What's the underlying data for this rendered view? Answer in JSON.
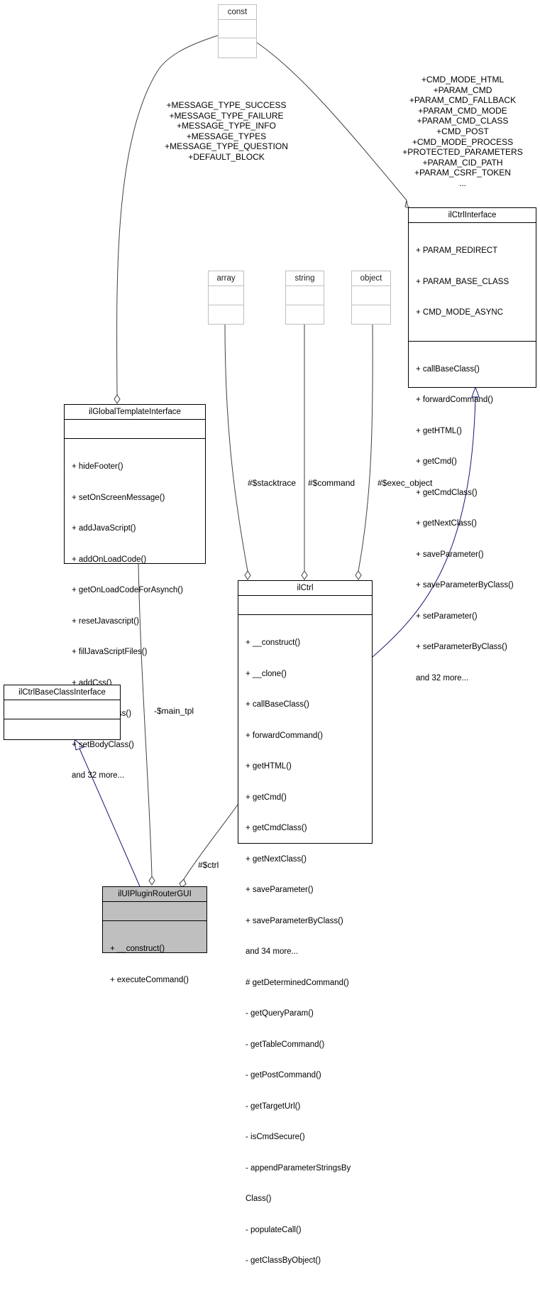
{
  "nodes": {
    "const": {
      "title": "const"
    },
    "array": {
      "title": "array"
    },
    "string": {
      "title": "string"
    },
    "object": {
      "title": "object"
    },
    "template": {
      "title": "ilGlobalTemplateInterface",
      "methods": [
        "+ hideFooter()",
        "+ setOnScreenMessage()",
        "+ addJavaScript()",
        "+ addOnLoadCode()",
        "+ getOnLoadCodeForAsynch()",
        "+ resetJavascript()",
        "+ fillJavaScriptFiles()",
        "+ addCss()",
        "+ addInlineCss()",
        "+ setBodyClass()",
        "and 32 more..."
      ]
    },
    "ctrl_interface": {
      "title": "ilCtrlInterface",
      "attributes": [
        "+ PARAM_REDIRECT",
        "+ PARAM_BASE_CLASS",
        "+ CMD_MODE_ASYNC"
      ],
      "methods": [
        "+ callBaseClass()",
        "+ forwardCommand()",
        "+ getHTML()",
        "+ getCmd()",
        "+ getCmdClass()",
        "+ getNextClass()",
        "+ saveParameter()",
        "+ saveParameterByClass()",
        "+ setParameter()",
        "+ setParameterByClass()",
        "and 32 more..."
      ]
    },
    "base_class_interface": {
      "title": "ilCtrlBaseClassInterface"
    },
    "ctrl": {
      "title": "ilCtrl",
      "methods": [
        "+ __construct()",
        "+ __clone()",
        "+ callBaseClass()",
        "+ forwardCommand()",
        "+ getHTML()",
        "+ getCmd()",
        "+ getCmdClass()",
        "+ getNextClass()",
        "+ saveParameter()",
        "+ saveParameterByClass()",
        "and 34 more...",
        "# getDeterminedCommand()",
        "- getQueryParam()",
        "- getTableCommand()",
        "- getPostCommand()",
        "- getTargetUrl()",
        "- isCmdSecure()",
        "- appendParameterStringsBy",
        "Class()",
        "- populateCall()",
        "- getClassByObject()"
      ]
    },
    "router": {
      "title": "ilUIPluginRouterGUI",
      "methods": [
        "+ __construct()",
        "+ executeCommand()"
      ]
    }
  },
  "edge_labels": {
    "template_const": [
      "+MESSAGE_TYPE_SUCCESS",
      "+MESSAGE_TYPE_FAILURE",
      "+MESSAGE_TYPE_INFO",
      "+MESSAGE_TYPES",
      "+MESSAGE_TYPE_QUESTION",
      "+DEFAULT_BLOCK"
    ],
    "interface_const": [
      "+CMD_MODE_HTML",
      "+PARAM_CMD",
      "+PARAM_CMD_FALLBACK",
      "+PARAM_CMD_MODE",
      "+PARAM_CMD_CLASS",
      "+CMD_POST",
      "+CMD_MODE_PROCESS",
      "+PROTECTED_PARAMETERS",
      "+PARAM_CID_PATH",
      "+PARAM_CSRF_TOKEN",
      "..."
    ],
    "stacktrace": "#$stacktrace",
    "command": "#$command",
    "exec_object": "#$exec_object",
    "main_tpl": "-$main_tpl",
    "ctrl": "#$ctrl"
  }
}
